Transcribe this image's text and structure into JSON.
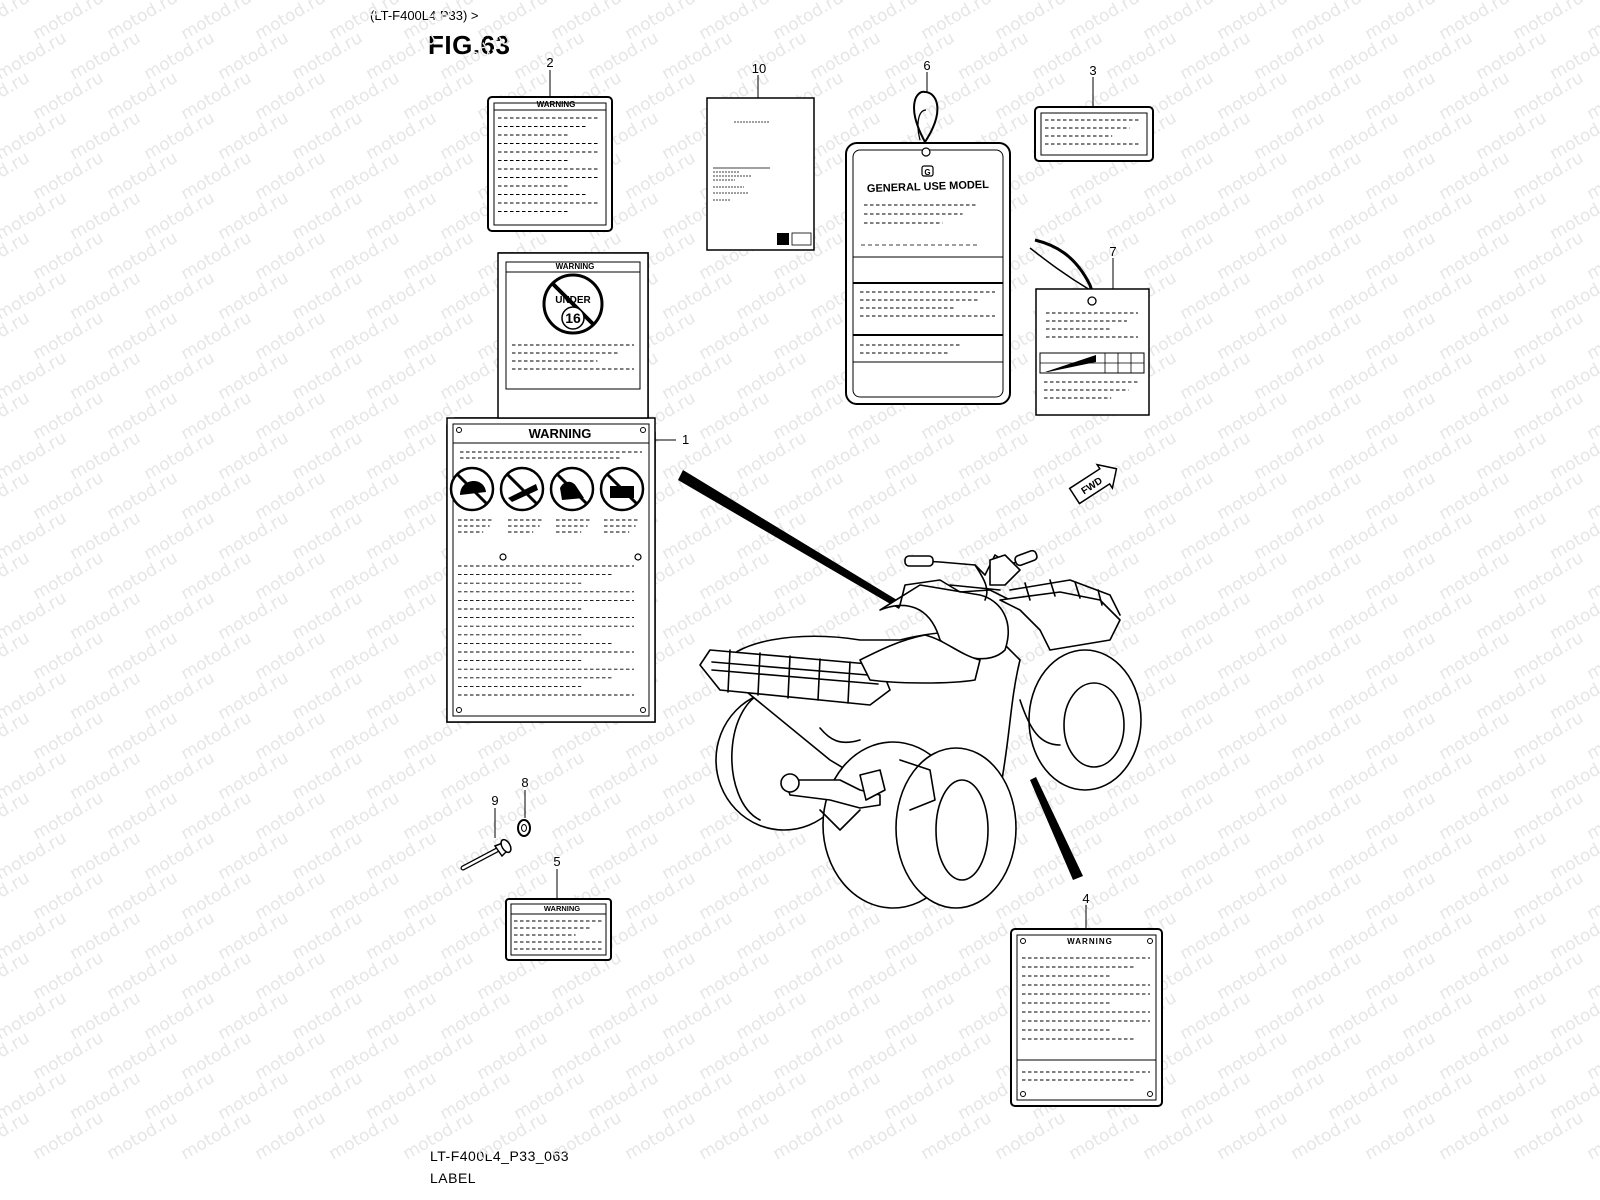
{
  "header": {
    "breadcrumb": "(LT-F400L4 P33) >",
    "figure": "FIG.63"
  },
  "footer": {
    "diagram_code": "LT-F400L4_P33_063",
    "diagram_name": "LABEL"
  },
  "watermark": "motod.ru",
  "callouts": [
    "1",
    "2",
    "3",
    "4",
    "5",
    "6",
    "7",
    "8",
    "9",
    "10"
  ],
  "labels": {
    "warning": "WARNING",
    "under": "UNDER",
    "age": "16",
    "general_use": "GENERAL USE MODEL",
    "fwd": "FWD",
    "g_mark": "G"
  }
}
